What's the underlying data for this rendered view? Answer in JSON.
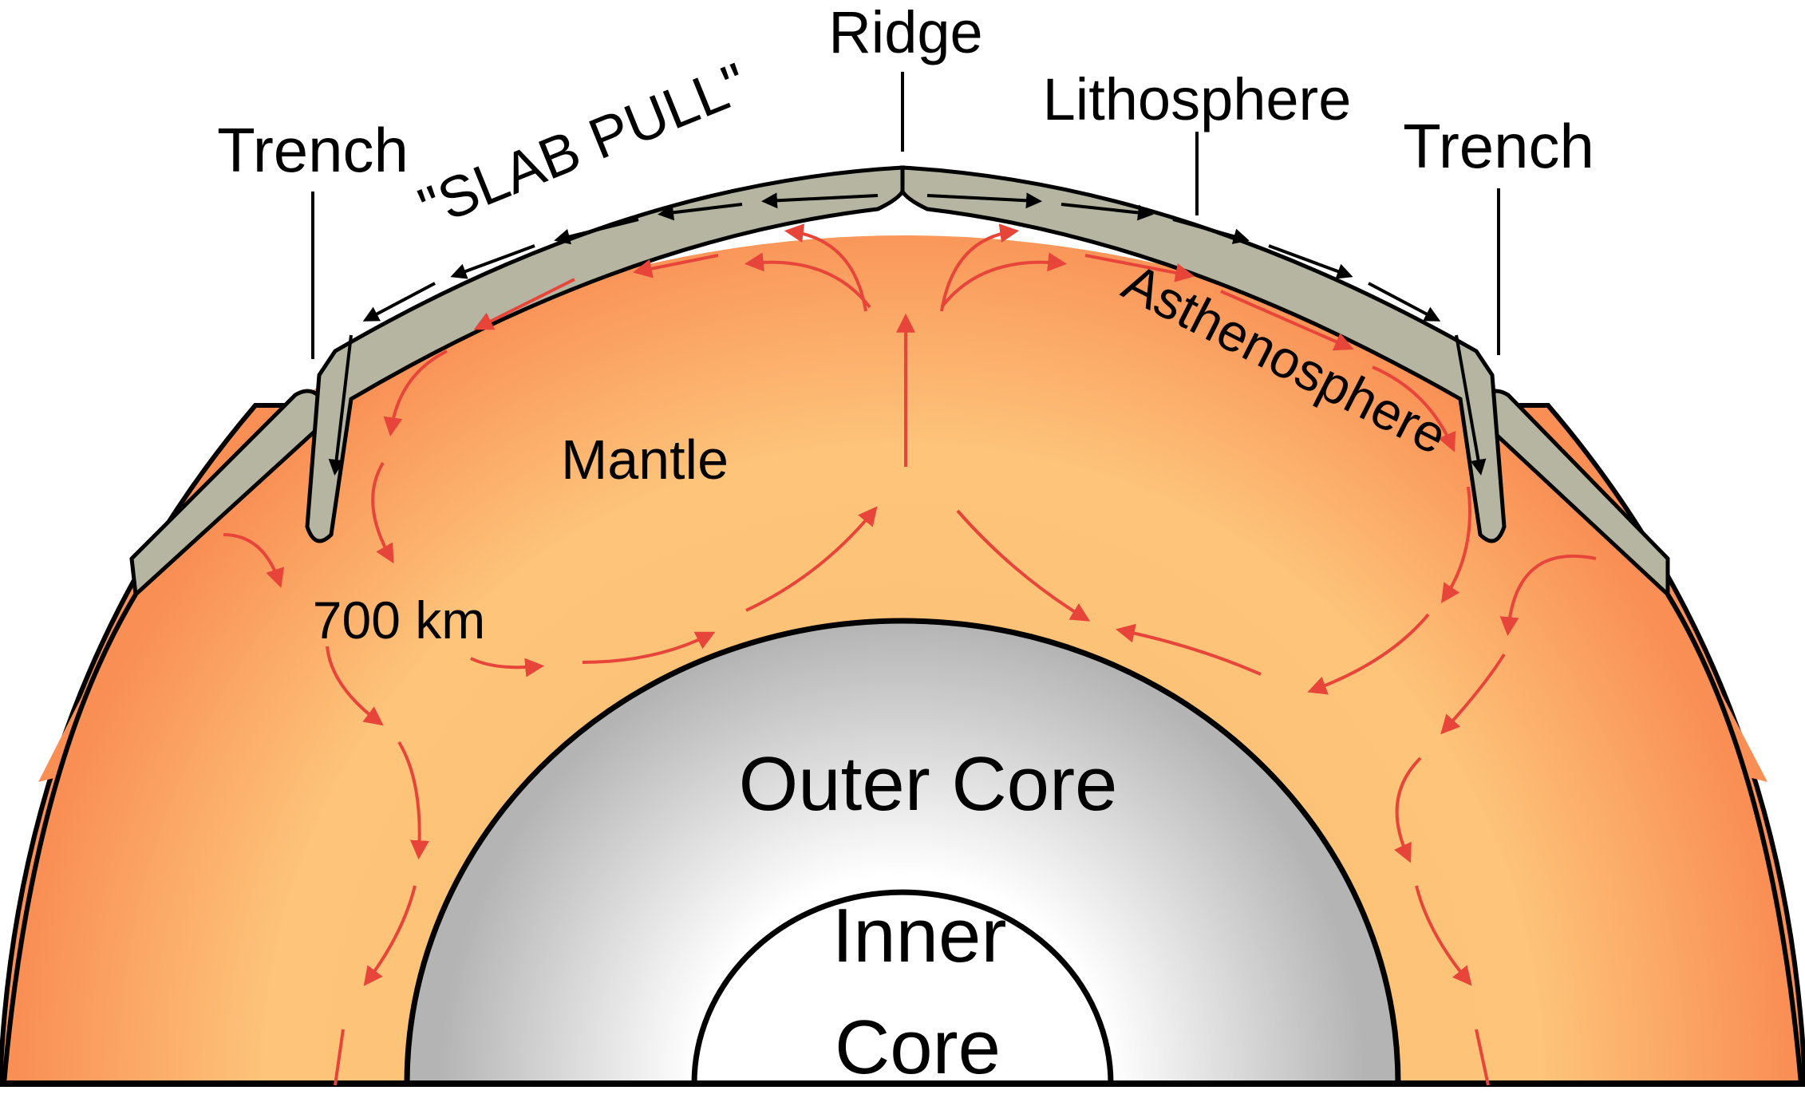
{
  "labels": {
    "ridge": "Ridge",
    "lithosphere": "Lithosphere",
    "trench_left": "Trench",
    "trench_right": "Trench",
    "slab_pull": "\"SLAB PULL\"",
    "asthenosphere": "Asthenosphere",
    "mantle": "Mantle",
    "depth": "700 km",
    "outer_core": "Outer Core",
    "inner_core_line1": "Inner",
    "inner_core_line2": "Core"
  },
  "colors": {
    "mantle_outer": "#f99257",
    "mantle_inner": "#fcc278",
    "plate": "#b5b5a2",
    "convection": "#e8453a",
    "outer_core_edge": "#b4b4b4",
    "outer_core_center": "#ffffff",
    "inner_core": "#ffffff"
  }
}
